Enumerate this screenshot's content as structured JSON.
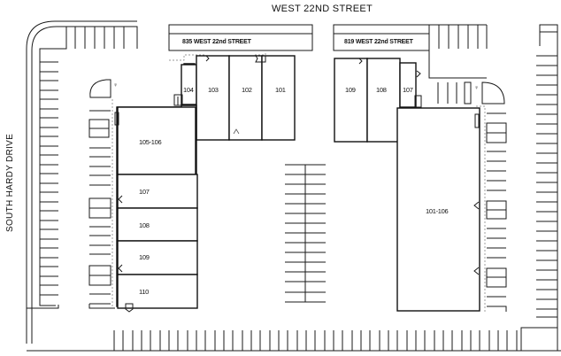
{
  "streets": {
    "north": "WEST 22ND STREET",
    "west": "SOUTH HARDY DRIVE"
  },
  "buildings": {
    "west_building": {
      "address": "835 WEST 22nd STREET",
      "units": [
        {
          "id": "104",
          "label": "104"
        },
        {
          "id": "103",
          "label": "103"
        },
        {
          "id": "102",
          "label": "102"
        },
        {
          "id": "101",
          "label": "101"
        },
        {
          "id": "105-106",
          "label": "105-106"
        },
        {
          "id": "107",
          "label": "107"
        },
        {
          "id": "108",
          "label": "108"
        },
        {
          "id": "109",
          "label": "109"
        },
        {
          "id": "110",
          "label": "110"
        }
      ]
    },
    "east_building": {
      "address": "819 WEST 22nd STREET",
      "units": [
        {
          "id": "109",
          "label": "109"
        },
        {
          "id": "108",
          "label": "108"
        },
        {
          "id": "107",
          "label": "107"
        },
        {
          "id": "101-106",
          "label": "101-106"
        }
      ]
    }
  },
  "colors": {
    "line": "#111111",
    "background": "#ffffff"
  }
}
